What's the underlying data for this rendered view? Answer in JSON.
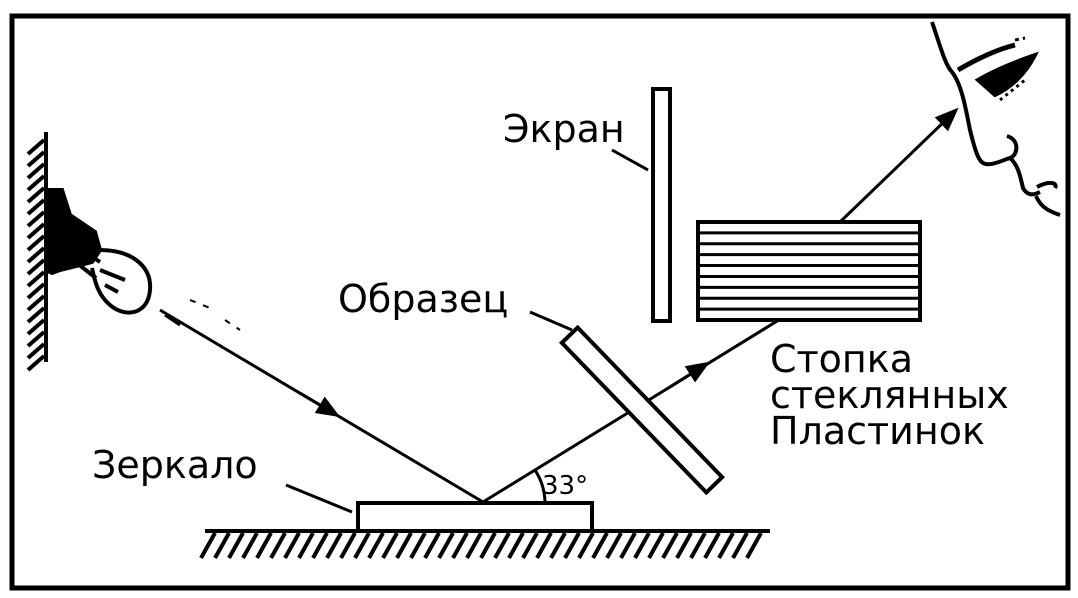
{
  "labels": {
    "screen": "Экран",
    "sample": "Образец",
    "mirror": "Зеркало",
    "angle": "33°",
    "stack_line1": "Стопка",
    "stack_line2": "стеклянных",
    "stack_line3": "Пластинок"
  },
  "angle_value_deg": 33,
  "plate_count": 9,
  "colors": {
    "ink": "#000000",
    "paper": "#ffffff"
  }
}
